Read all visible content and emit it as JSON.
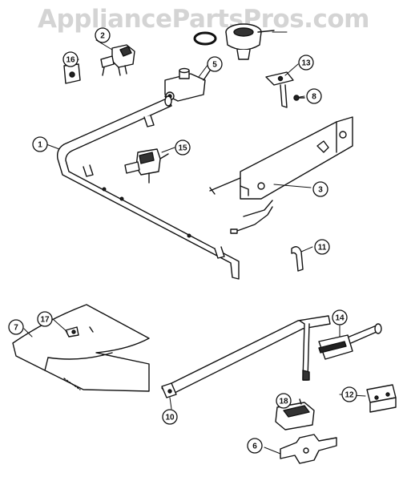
{
  "watermark": "AppliancePartsPros.com",
  "callouts": [
    {
      "key": "1",
      "label": "1"
    },
    {
      "key": "2",
      "label": "2"
    },
    {
      "key": "3",
      "label": "3"
    },
    {
      "key": "5",
      "label": "5"
    },
    {
      "key": "6",
      "label": "6"
    },
    {
      "key": "7",
      "label": "7"
    },
    {
      "key": "8",
      "label": "8"
    },
    {
      "key": "10",
      "label": "10"
    },
    {
      "key": "11",
      "label": "11"
    },
    {
      "key": "12",
      "label": "12"
    },
    {
      "key": "13",
      "label": "13"
    },
    {
      "key": "14",
      "label": "14"
    },
    {
      "key": "15",
      "label": "15"
    },
    {
      "key": "16",
      "label": "16"
    },
    {
      "key": "17",
      "label": "17"
    },
    {
      "key": "18",
      "label": "18"
    }
  ]
}
